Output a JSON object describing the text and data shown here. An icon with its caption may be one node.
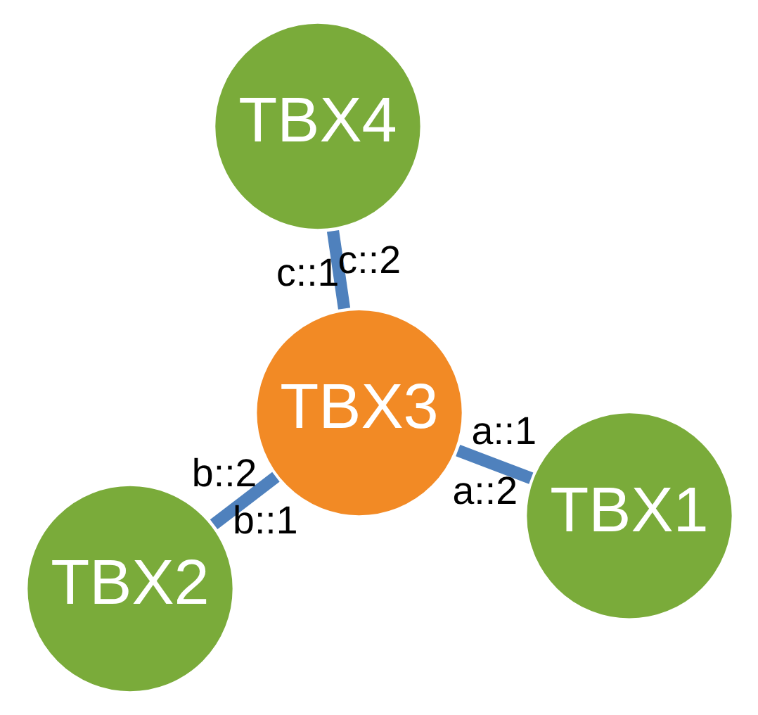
{
  "diagram": {
    "nodes": [
      {
        "text": [
          "TBX2"
        ],
        "beside": [
          "b::2"
        ]
      },
      {
        "text": [
          "TBX1"
        ],
        "beside": [
          "a::2"
        ]
      },
      {
        "text": [
          "TBX3"
        ],
        "beside": [
          "b::1",
          "a::1",
          "c::1"
        ]
      },
      {
        "text": [
          "TBX4"
        ],
        "beside": [
          "c::2"
        ]
      }
    ],
    "edges": [
      {
        "from": 2,
        "to": 0,
        "arrow": "none"
      },
      {
        "from": 1,
        "to": 2,
        "arrow": "none"
      },
      {
        "from": 2,
        "to": 3,
        "arrow": "none"
      }
    ]
  }
}
